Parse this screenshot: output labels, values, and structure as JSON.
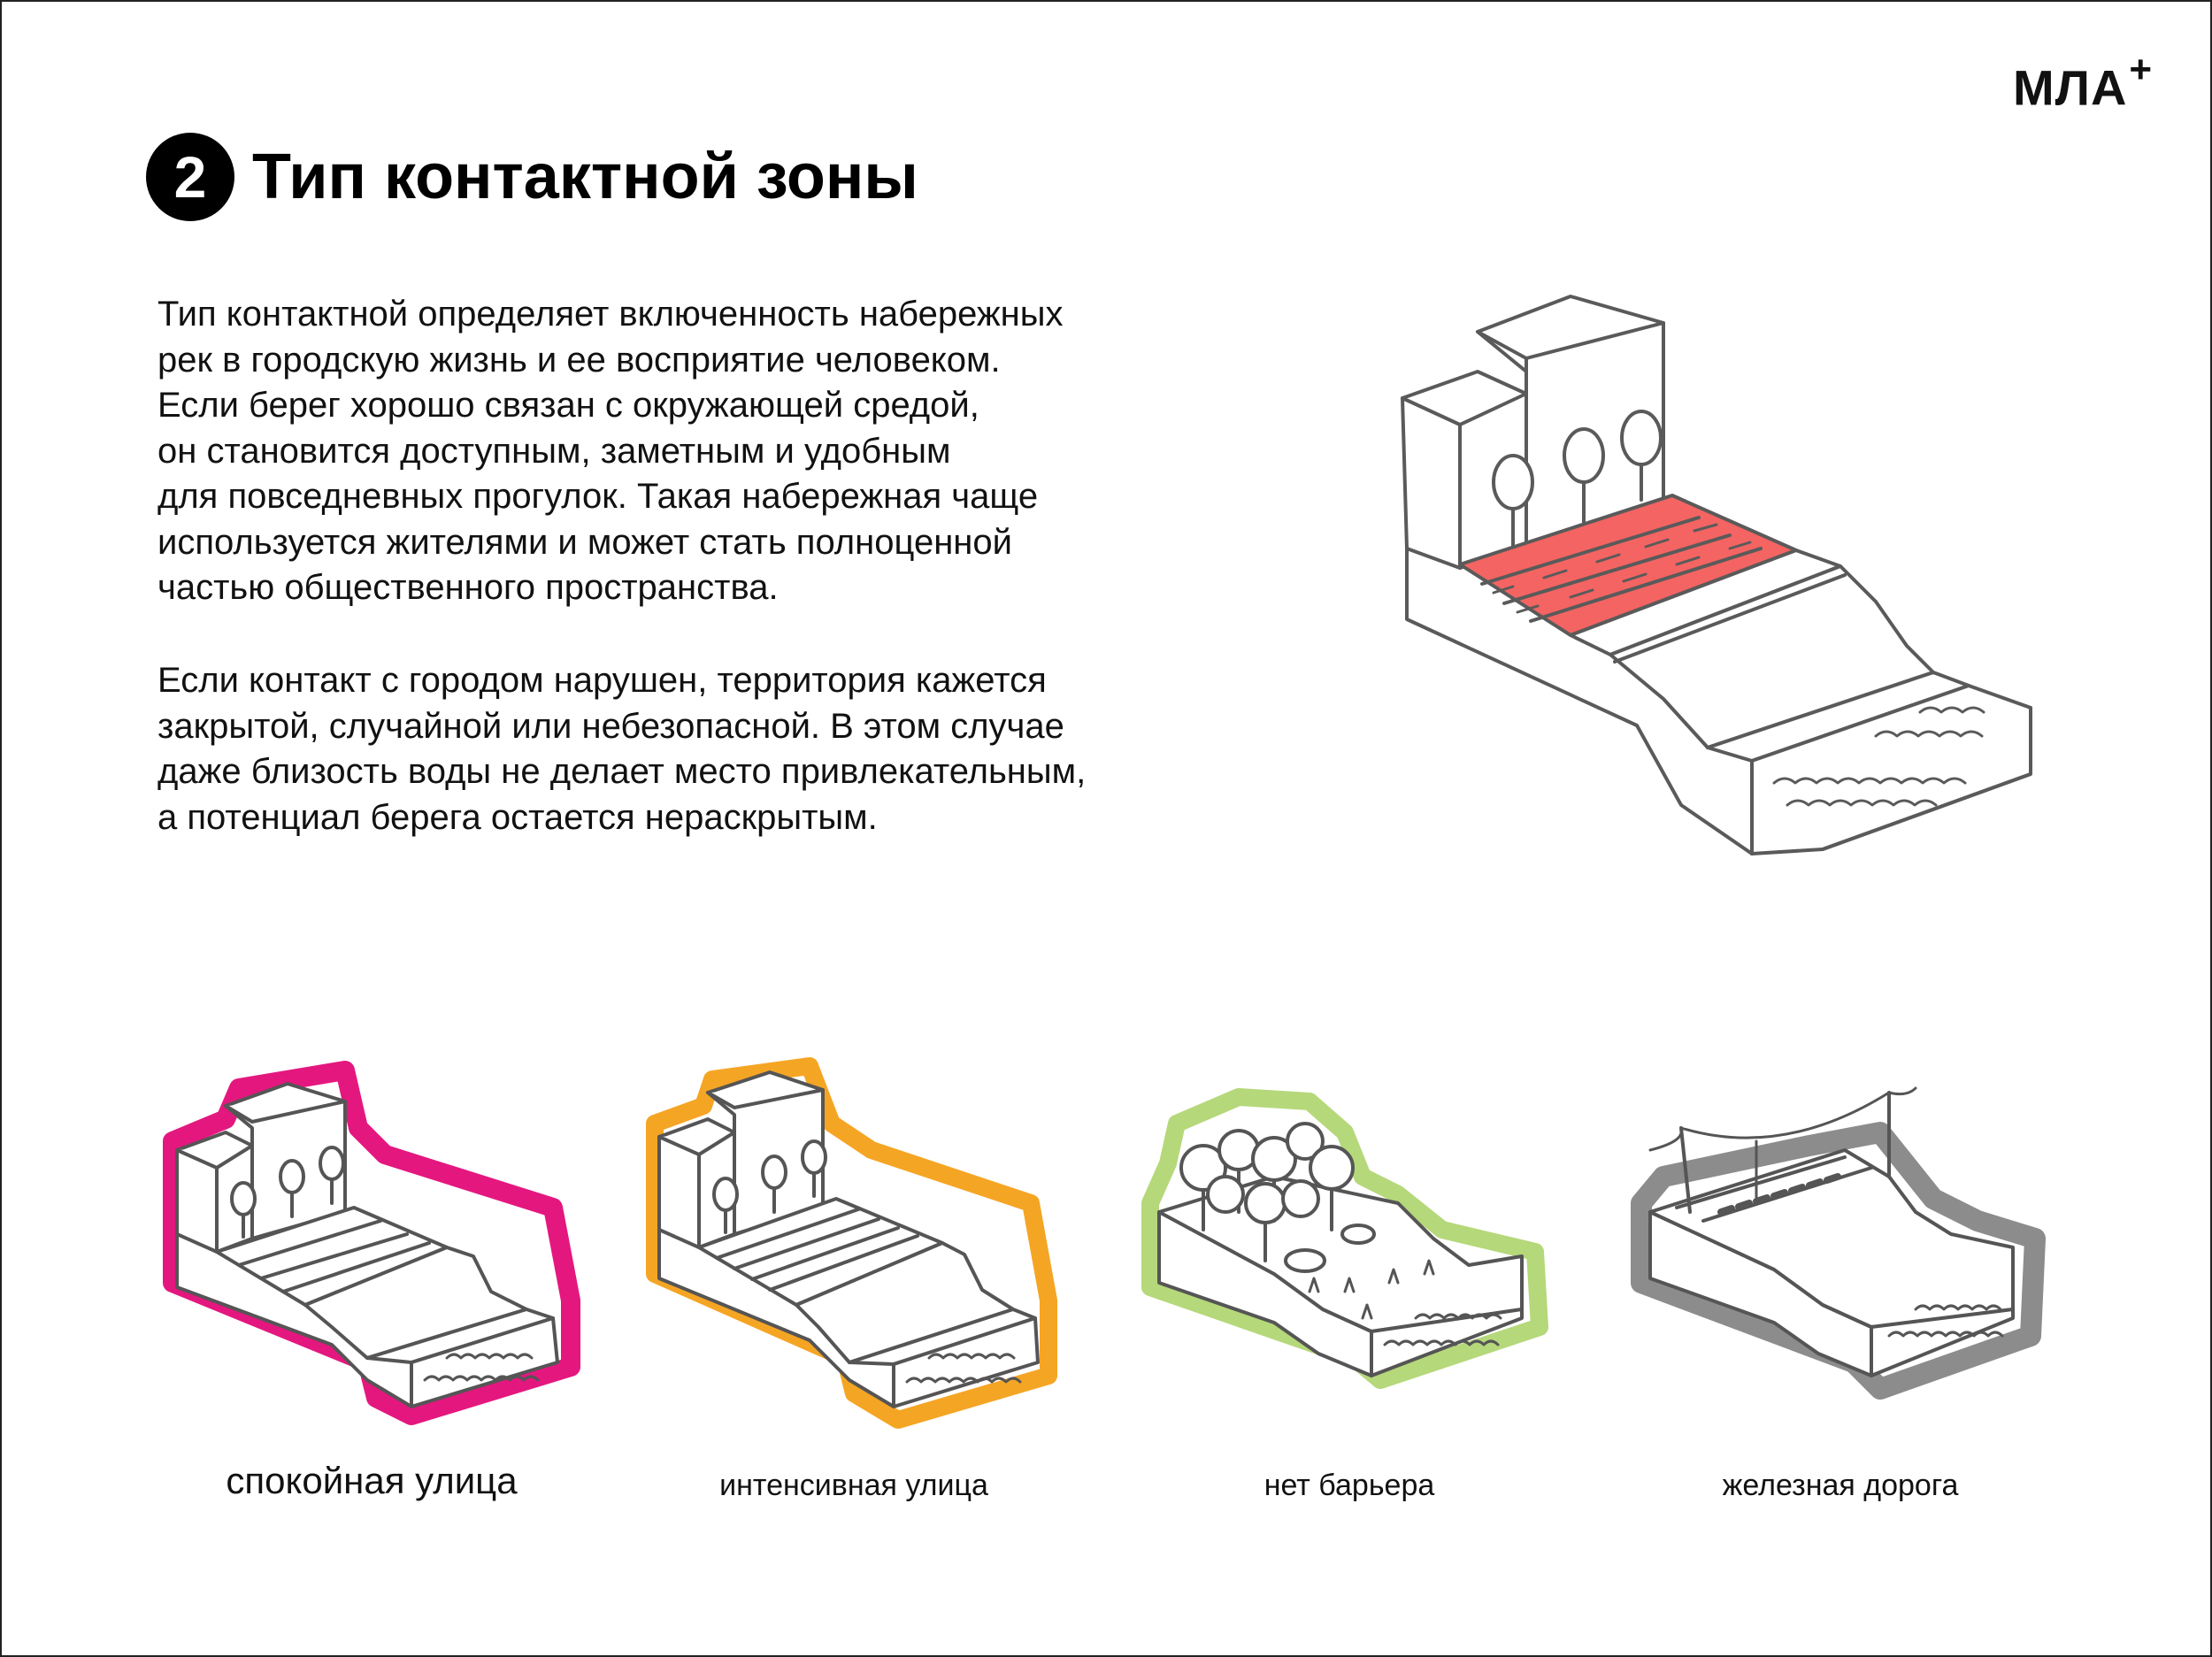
{
  "brand": {
    "logo_text": "МЛА",
    "logo_sup": "+"
  },
  "section": {
    "number": "2",
    "title": "Тип контактной зоны"
  },
  "paragraphs": [
    [
      "Тип контактной определяет включенность набережных",
      "рек в городскую жизнь и ее восприятие человеком.",
      "Если берег хорошо связан с окружающей средой,",
      "он становится доступным, заметным и удобным",
      "для повседневных прогулок. Такая набережная чаще",
      "используется жителями и может стать полноценной",
      "частью общественного пространства."
    ],
    [
      "Если контакт с городом нарушен, территория  кажется",
      "закрытой, случайной или небезопасной. В этом случае",
      "даже близость воды не делает место привлекательным,",
      "а потенциал берега остается нераскрытым."
    ]
  ],
  "types": [
    {
      "label": "спокойная улица",
      "outline_color": "#e4177f"
    },
    {
      "label": "интенсивная улица",
      "outline_color": "#f5a524"
    },
    {
      "label": "нет барьера",
      "outline_color": "#b5d87a"
    },
    {
      "label": "железная дорога",
      "outline_color": "#8c8c8c"
    }
  ],
  "colors": {
    "highlight_road": "#f46462",
    "sketch_stroke": "#555555"
  }
}
